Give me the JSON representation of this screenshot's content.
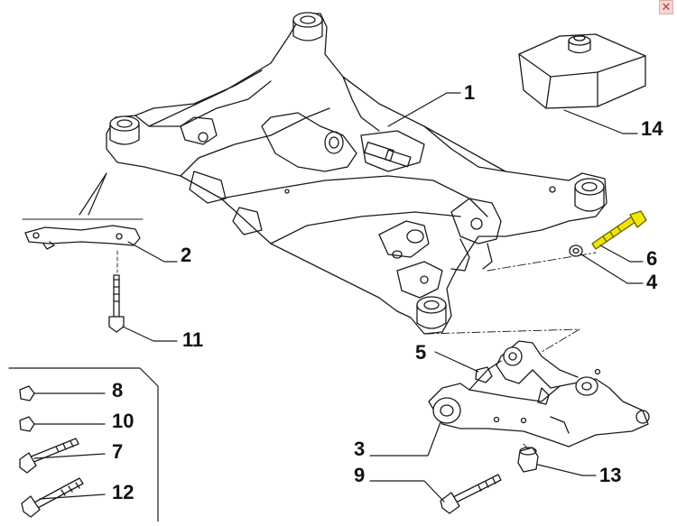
{
  "window": {
    "close_glyph": "✕",
    "close_icon": "close-icon"
  },
  "callouts": {
    "c1": "1",
    "c2": "2",
    "c3": "3",
    "c4": "4",
    "c5": "5",
    "c6": "6",
    "c7": "7",
    "c8": "8",
    "c9": "9",
    "c10": "10",
    "c11": "11",
    "c12": "12",
    "c13": "13",
    "c14": "14"
  },
  "colors": {
    "line": "#1a1a1a",
    "highlight": "#f2e600",
    "fill": "#ffffff"
  }
}
